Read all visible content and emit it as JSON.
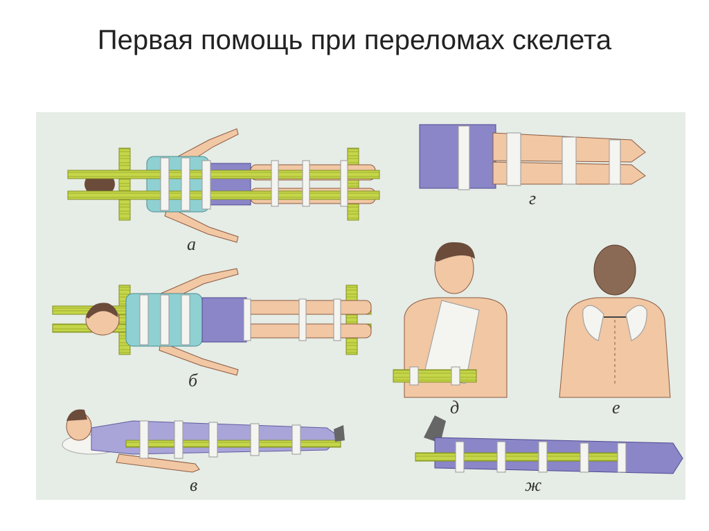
{
  "title": "Первая помощь при переломах скелета",
  "labels": {
    "a": "а",
    "b": "б",
    "v": "в",
    "g": "г",
    "d": "д",
    "e": "е",
    "zh": "ж"
  },
  "colors": {
    "background": "#e6ece6",
    "splint": "#c6d64a",
    "splint_edge": "#7f8e1f",
    "bandage": "#f4f4f0",
    "skin": "#f1c7a4",
    "shirt": "#8fd0d2",
    "trousers": "#8b86c8",
    "sweater": "#a9a5d9",
    "hair": "#6b4b3a"
  }
}
